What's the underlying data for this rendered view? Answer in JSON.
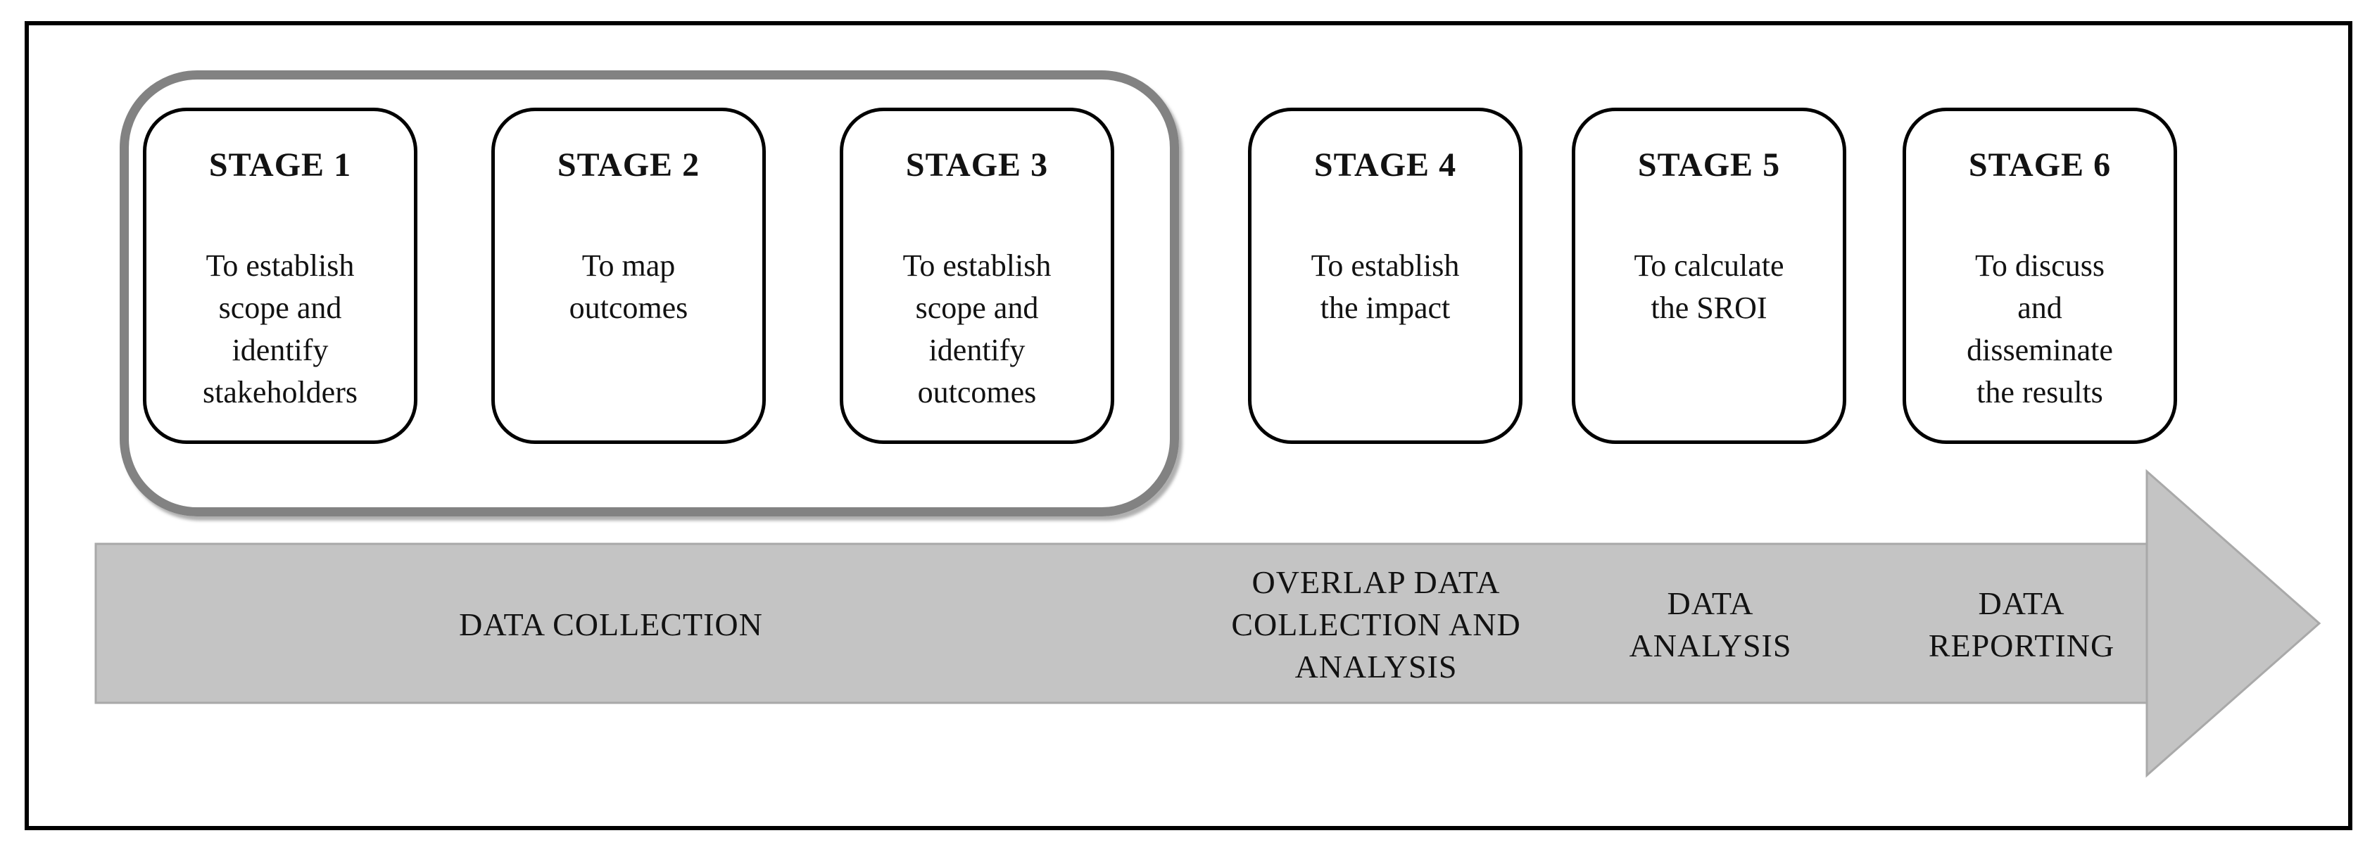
{
  "diagram": {
    "stages": [
      {
        "title": "STAGE 1",
        "description": "To establish\nscope and\nidentify\nstakeholders"
      },
      {
        "title": "STAGE 2",
        "description": "To map\noutcomes"
      },
      {
        "title": "STAGE 3",
        "description": "To establish\nscope and\nidentify\noutcomes"
      },
      {
        "title": "STAGE 4",
        "description": "To establish\nthe impact"
      },
      {
        "title": "STAGE 5",
        "description": "To calculate\nthe SROI"
      },
      {
        "title": "STAGE 6",
        "description": "To discuss\nand\ndisseminate\nthe results"
      }
    ],
    "arrow": {
      "labels": [
        "DATA COLLECTION",
        "OVERLAP DATA\nCOLLECTION AND\nANALYSIS",
        "DATA\nANALYSIS",
        "DATA\nREPORTING"
      ]
    },
    "colors": {
      "arrow_fill": "#c4c4c4",
      "arrow_edge": "#a9a9a9",
      "group_border": "#828282",
      "box_border": "#000000",
      "outer_border": "#000000",
      "text": "#121212"
    }
  }
}
